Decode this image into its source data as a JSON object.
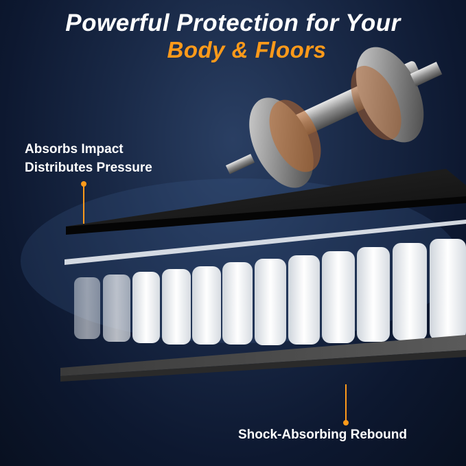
{
  "headline": {
    "line1": "Powerful Protection for Your",
    "line2": "Body & Floors"
  },
  "callouts": {
    "top_line1": "Absorbs Impact",
    "top_line2": "Distributes Pressure",
    "bottom": "Shock-Absorbing Rebound"
  },
  "colors": {
    "accent": "#ff9a1a",
    "text": "#ffffff",
    "background": "#1a2a48"
  },
  "icons": {
    "weight": "dumbbell-icon",
    "springs": "pocket-spring-icon"
  }
}
